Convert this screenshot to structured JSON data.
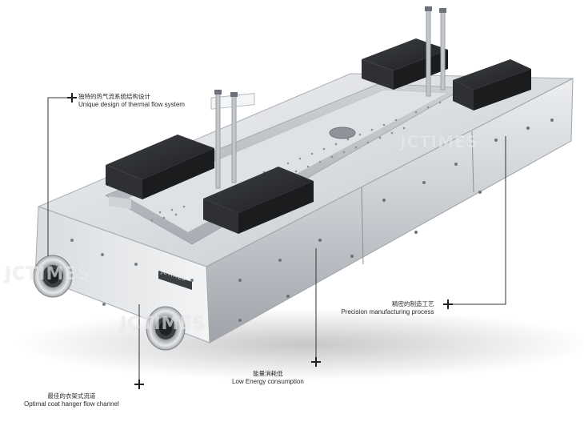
{
  "watermark": "JCTIMES",
  "brand_plate": "JCTIMES",
  "callouts": {
    "thermal": {
      "cn": "独特的热气流系统结构设计",
      "en": "Unique design of thermal flow system"
    },
    "precision": {
      "cn": "精密的制造工艺",
      "en": "Precision manufacturing process"
    },
    "energy": {
      "cn": "能量消耗低",
      "en": "Low Energy consumption"
    },
    "channel": {
      "cn": "最佳的衣架式流道",
      "en": "Optimal coat hanger  flow channel"
    }
  },
  "colors": {
    "steel_light": "#e4e6e9",
    "steel_mid": "#b9bdc2",
    "steel_dark": "#8d9298",
    "heater_box": "#2b2d30",
    "line": "#333333"
  }
}
